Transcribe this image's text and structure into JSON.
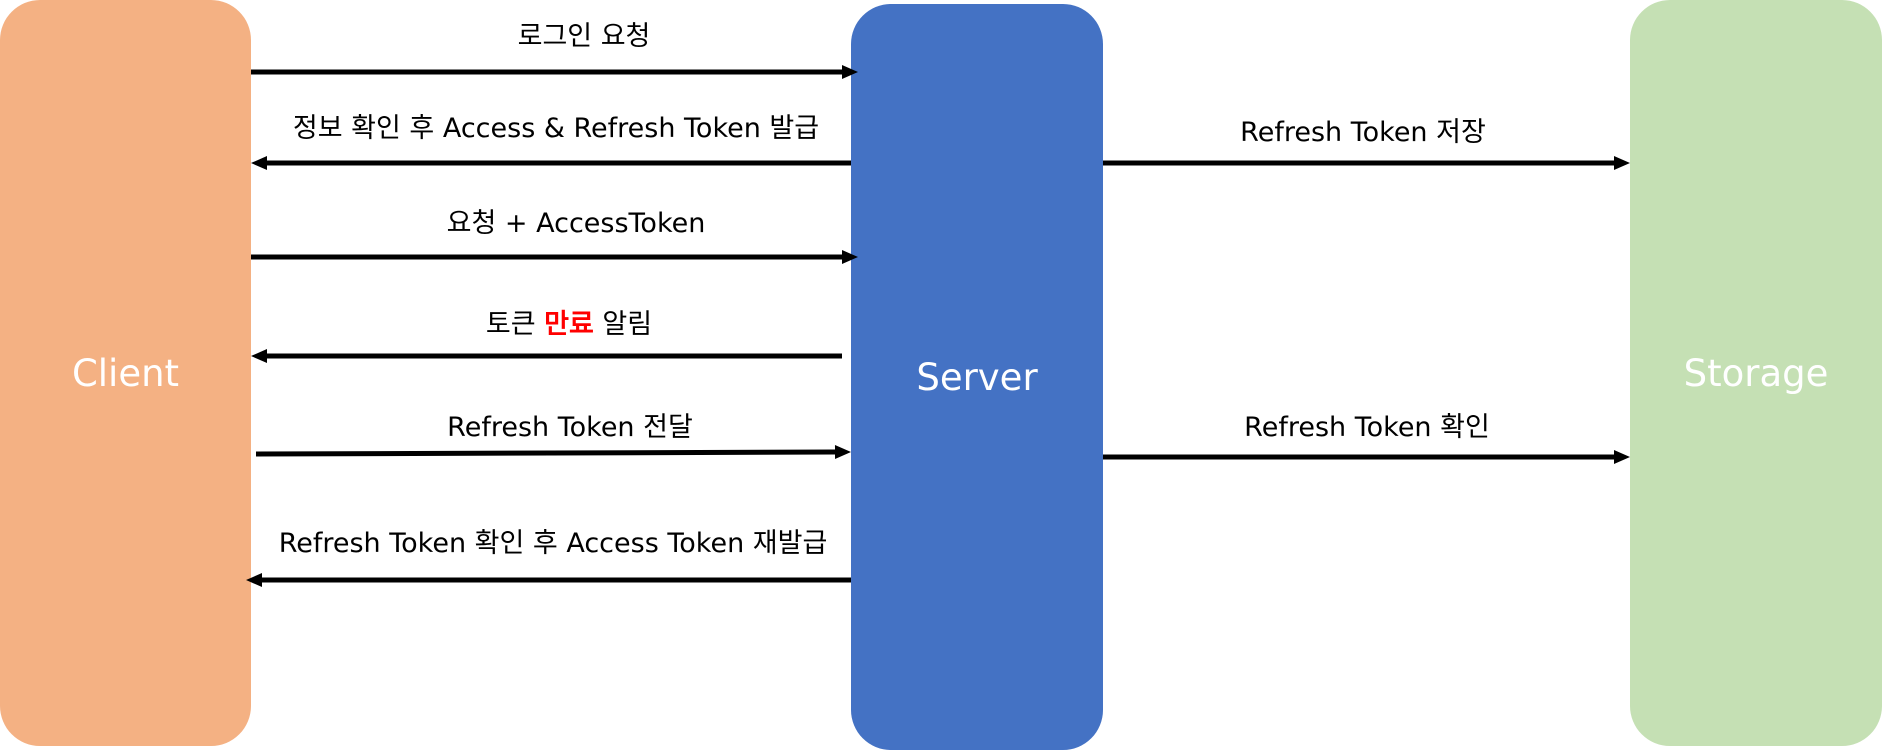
{
  "colors": {
    "client": "#F4B183",
    "server": "#4472C4",
    "storage": "#C5E0B4",
    "arrow": "#000000",
    "highlight": "#FF0000"
  },
  "participants": {
    "client": "Client",
    "server": "Server",
    "storage": "Storage"
  },
  "messages": [
    {
      "label": "로그인 요청"
    },
    {
      "label": "정보 확인 후 Access & Refresh Token 발급"
    },
    {
      "label": "Refresh Token 저장"
    },
    {
      "label": "요청 + AccessToken"
    },
    {
      "label_before": "토큰 ",
      "label_highlight": "만료",
      "label_after": " 알림"
    },
    {
      "label": "Refresh Token 전달"
    },
    {
      "label": "Refresh Token 확인"
    },
    {
      "label": "Refresh Token 확인 후 Access Token 재발급"
    }
  ]
}
